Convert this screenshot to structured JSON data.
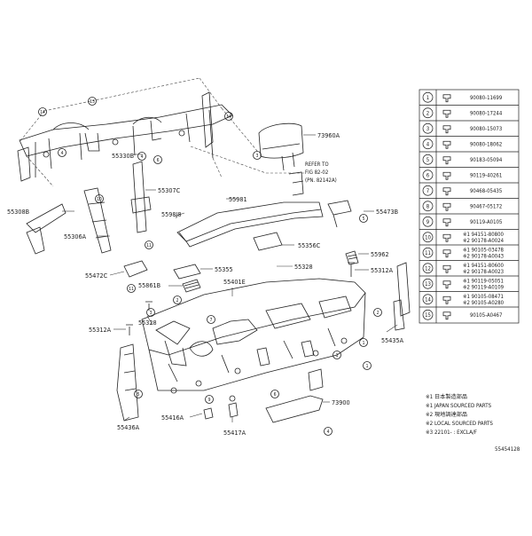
{
  "diagram": {
    "callouts": {
      "c_73960A": "73960A",
      "c_refer1": "REFER TO",
      "c_refer2": "FIG 82-02",
      "c_refer3": "(PN. 82142A)",
      "c_55330B": "55330B",
      "c_55307C": "55307C",
      "c_55981": "55981",
      "c_5598J8": "5598J8",
      "c_55308B": "55308B",
      "c_55306A": "55306A",
      "c_55473B": "55473B",
      "c_55356C": "55356C",
      "c_55962": "55962",
      "c_55472C": "55472C",
      "c_55355": "55355",
      "c_55328a": "55328",
      "c_55312A_r": "55312A",
      "c_55861B": "55861B",
      "c_55401E": "55401E",
      "c_55328b": "55328",
      "c_55312A_l": "55312A",
      "c_55435A": "55435A",
      "c_55436A": "55436A",
      "c_55416A": "55416A",
      "c_55417A": "55417A",
      "c_73900": "73900"
    },
    "footnotes": {
      "n1": "※1 日本製造部品",
      "n2": "※1 JAPAN SOURCED PARTS",
      "n3": "※2 現地調達部品",
      "n4": "※2 LOCAL SOURCED PARTS",
      "n5": "※3 22101-  : EXCLA/F"
    },
    "figure_code": "55454128"
  },
  "parts_table": [
    {
      "no": "1",
      "code": "90080-11699"
    },
    {
      "no": "2",
      "code": "90080-17244"
    },
    {
      "no": "3",
      "code": "90080-15073"
    },
    {
      "no": "4",
      "code": "90080-18062"
    },
    {
      "no": "5",
      "code": "90183-05094"
    },
    {
      "no": "6",
      "code": "90119-40261"
    },
    {
      "no": "7",
      "code": "90468-05435"
    },
    {
      "no": "8",
      "code": "90467-05172"
    },
    {
      "no": "9",
      "code": "90119-A0105"
    },
    {
      "no": "10",
      "code": "※1 94151-80800",
      "code2": "※2 90178-A0024"
    },
    {
      "no": "11",
      "code": "※1 90105-03478",
      "code2": "※2 90178-A0043"
    },
    {
      "no": "12",
      "code": "※1 94151-80600",
      "code2": "※2 90178-A0023"
    },
    {
      "no": "13",
      "code": "※1 90119-05051",
      "code2": "※2 90119-A0109"
    },
    {
      "no": "14",
      "code": "※1 90105-08471",
      "code2": "※2 90105-A0280"
    },
    {
      "no": "15",
      "code": "90105-A0467"
    }
  ]
}
